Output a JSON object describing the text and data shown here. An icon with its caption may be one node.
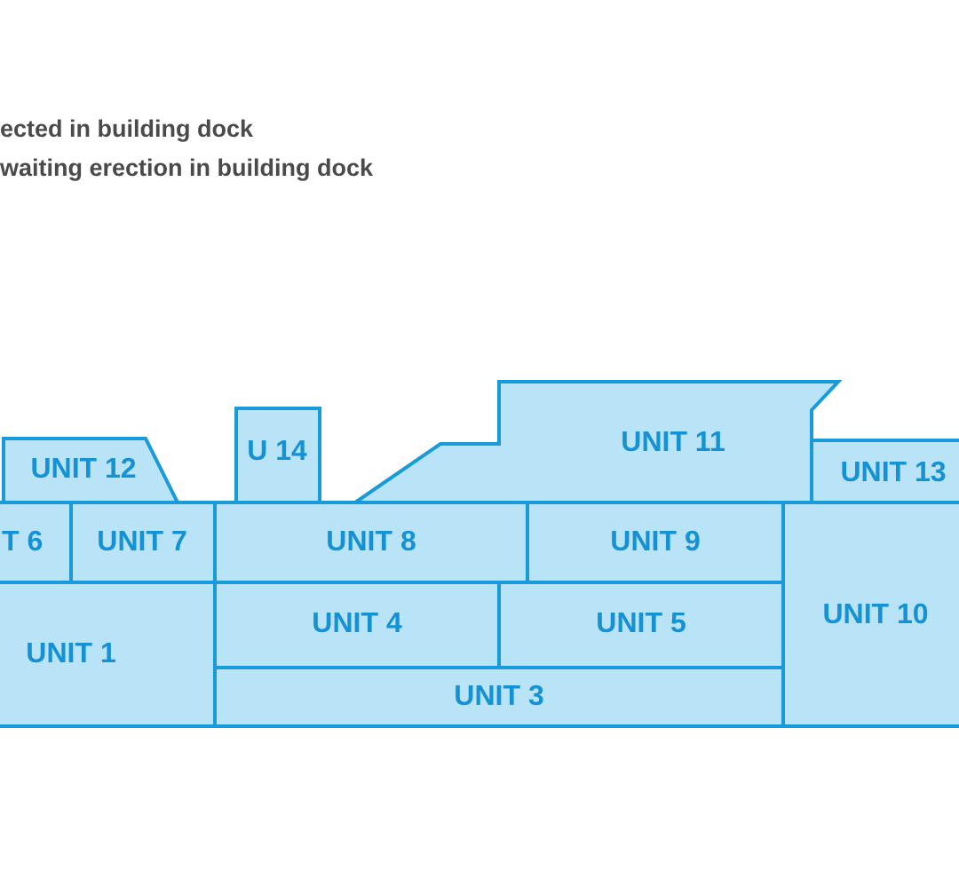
{
  "diagram": {
    "nodes": [
      {
        "text": [
          "UNIT 12"
        ]
      },
      {
        "text": [
          "U 14"
        ]
      },
      {
        "text": [
          "UNIT 11"
        ]
      },
      {
        "text": [
          "UNIT 13"
        ]
      },
      {
        "text": [
          "T 6"
        ]
      },
      {
        "text": [
          "UNIT 7"
        ]
      },
      {
        "text": [
          "UNIT 8"
        ]
      },
      {
        "text": [
          "UNIT 9"
        ]
      },
      {
        "text": [
          "UNIT 10"
        ]
      },
      {
        "text": [
          "UNIT 1"
        ]
      },
      {
        "text": [
          "UNIT 4"
        ]
      },
      {
        "text": [
          "UNIT 5"
        ]
      },
      {
        "text": [
          "UNIT 3"
        ]
      }
    ],
    "labels": [
      "ected in building dock",
      "waiting erection in building dock"
    ]
  }
}
